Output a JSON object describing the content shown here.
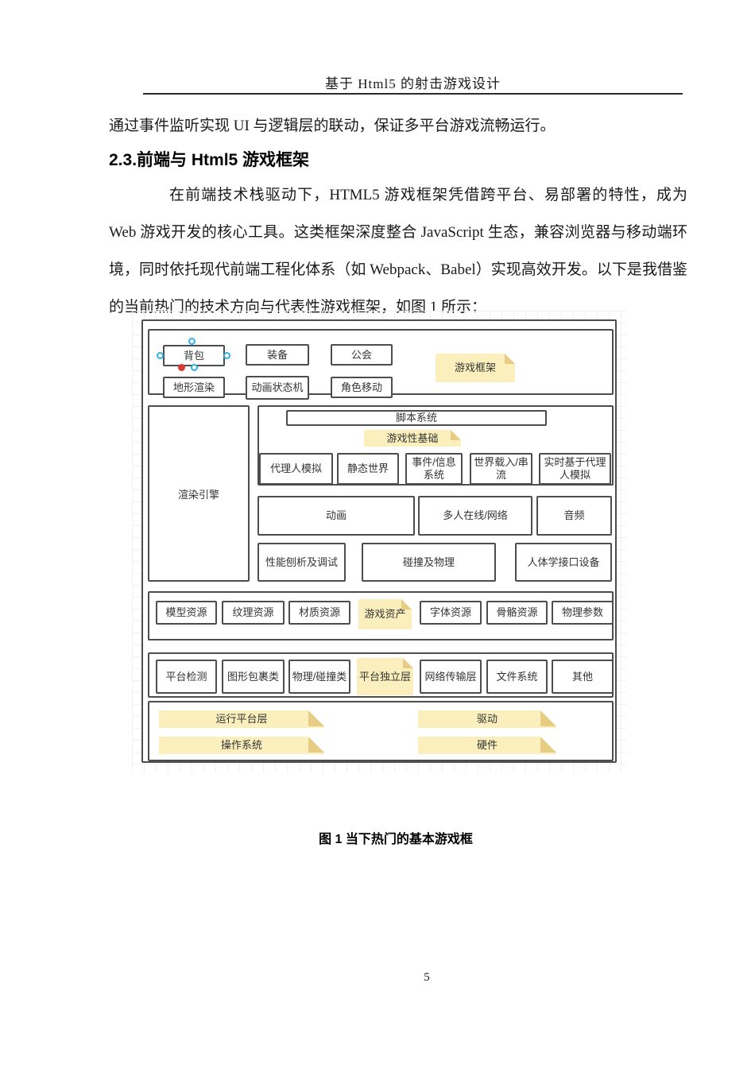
{
  "page": {
    "header_title": "基于 Html5 的射击游戏设计",
    "page_number": "5"
  },
  "content": {
    "intro_paragraph": "通过事件监听实现 UI 与逻辑层的联动，保证多平台游戏流畅运行。",
    "section_heading": "2.3.前端与 Html5 游戏框架",
    "body_paragraph": "在前端技术栈驱动下，HTML5 游戏框架凭借跨平台、易部署的特性，成为 Web 游戏开发的核心工具。这类框架深度整合 JavaScript 生态，兼容浏览器与移动端环境，同时依托现代前端工程化体系（如 Webpack、Babel）实现高效开发。以下是我借鉴的当前热门的技术方向与代表性游戏框架，如图 1 所示：",
    "figure_caption": "图 1 当下热门的基本游戏框"
  },
  "diagram": {
    "colors": {
      "border": "#4d4d4d",
      "note_fill": "#fbf0bd",
      "note_fold": "#e7cc83",
      "handle_blue": "#2eb0ea",
      "handle_red": "#d93a31"
    },
    "s1": {
      "backpack": "背包",
      "equipment": "装备",
      "guild": "公会",
      "terrain_render": "地形渲染",
      "anim_state_machine": "动画状态机",
      "character_move": "角色移动",
      "note": "游戏框架"
    },
    "s2": {
      "render_engine": "渲染引擎",
      "script_system": "脚本系统",
      "note": "游戏性基础",
      "r1": [
        "代理人模拟",
        "静态世界",
        "事件/信息系统",
        "世界载入/串流",
        "实时基于代理人模拟"
      ],
      "r2": [
        "动画",
        "多人在线/网络",
        "音频"
      ],
      "r3": [
        "性能刨析及调试",
        "碰撞及物理",
        "人体学接口设备"
      ]
    },
    "s3": {
      "boxes": [
        "模型资源",
        "纹理资源",
        "材质资源",
        "字体资源",
        "骨骼资源",
        "物理参数"
      ],
      "note": "游戏资产"
    },
    "s4": {
      "boxes": [
        "平台检测",
        "图形包裹类",
        "物理/碰撞类",
        "网络传输层",
        "文件系统",
        "其他"
      ],
      "note": "平台独立层"
    },
    "s5": {
      "runtime_platform": "运行平台层",
      "drivers": "驱动",
      "os": "操作系统",
      "hardware": "硬件"
    }
  }
}
